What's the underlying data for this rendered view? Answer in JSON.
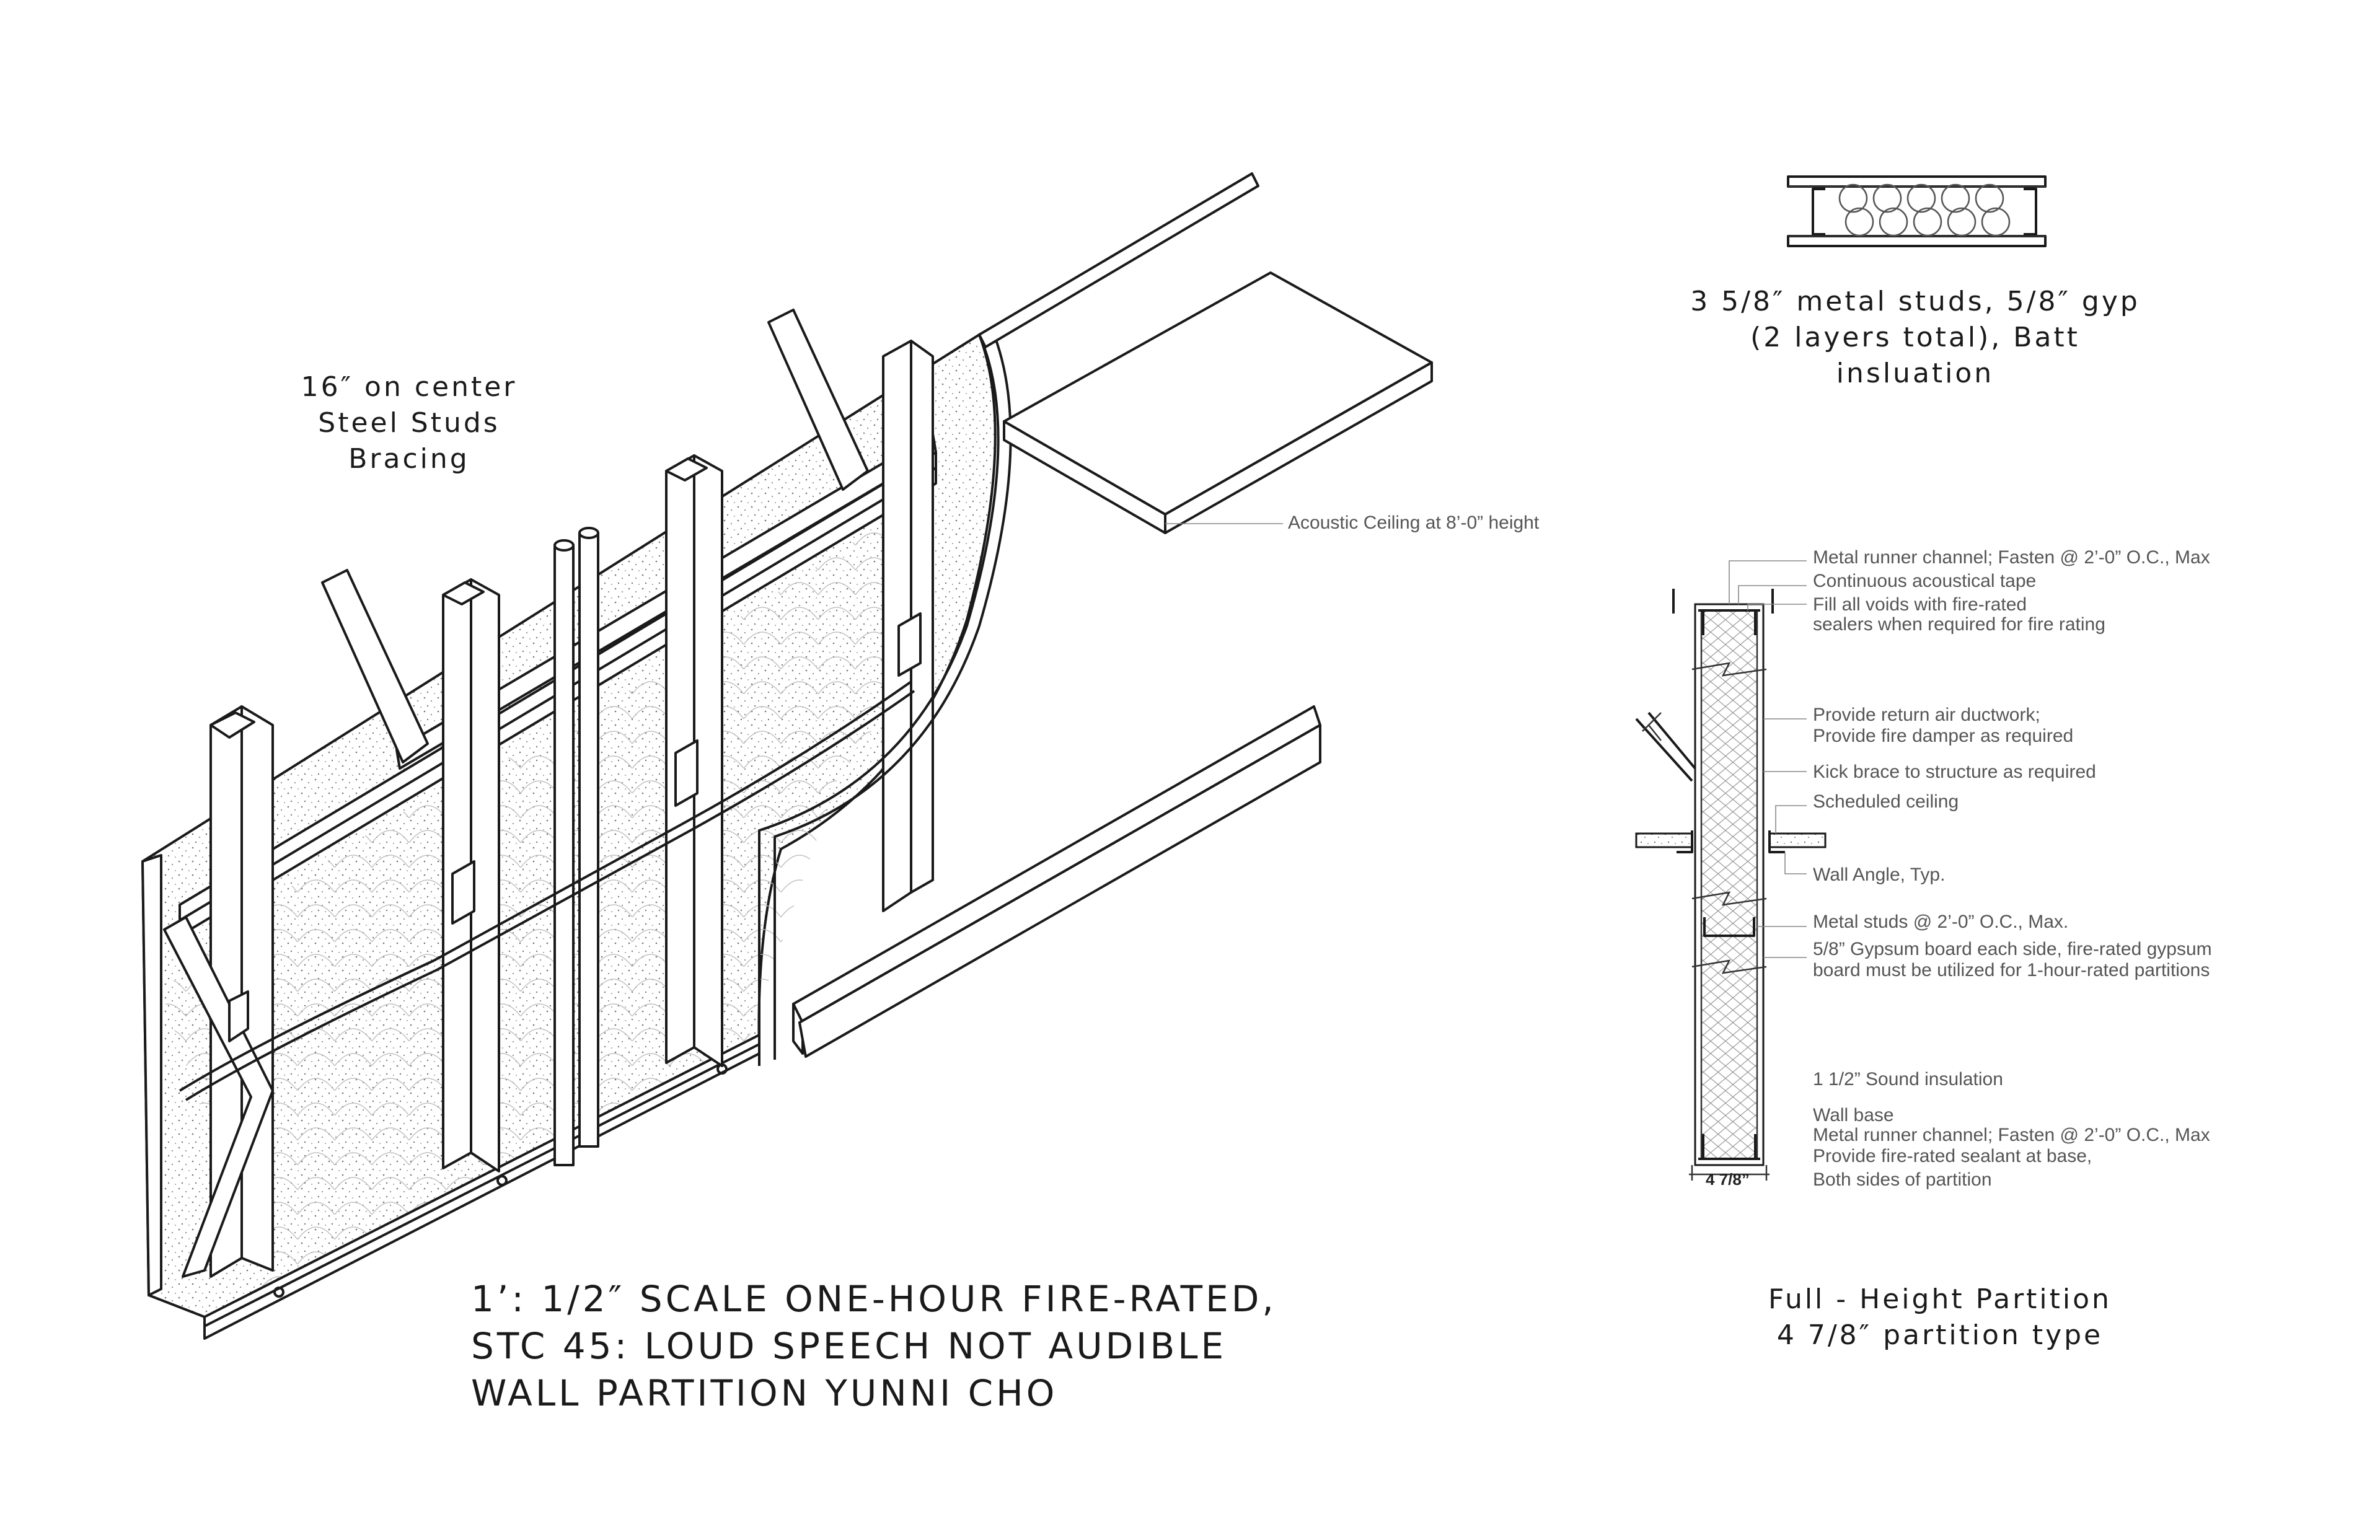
{
  "bracing_label": {
    "line1": "16″ on center",
    "line2": "Steel Studs Bracing"
  },
  "plan_label": {
    "line1": "3 5/8″ metal studs, 5/8″ gyp",
    "line2": "(2 layers total), Batt insluation"
  },
  "ceiling_label": "Acoustic Ceiling at 8’-0” height",
  "section_callouts": [
    {
      "text": "Metal runner channel; Fasten @ 2’-0” O.C., Max"
    },
    {
      "text": "Continuous acoustical tape"
    },
    {
      "text": "Fill all voids with fire-rated"
    },
    {
      "text": "sealers when required for fire rating"
    },
    {
      "text": "Provide return air ductwork;"
    },
    {
      "text": "Provide fire damper as required"
    },
    {
      "text": "Kick brace to structure as required"
    },
    {
      "text": "Scheduled ceiling"
    },
    {
      "text": "Wall Angle, Typ."
    },
    {
      "text": "Metal studs @ 2’-0” O.C., Max."
    },
    {
      "text": "5/8” Gypsum board each side, fire-rated gypsum"
    },
    {
      "text": "board must be utilized for 1-hour-rated partitions"
    },
    {
      "text": "1 1/2” Sound insulation"
    },
    {
      "text": "Wall base"
    },
    {
      "text": "Metal runner channel; Fasten @ 2’-0” O.C., Max"
    },
    {
      "text": "Provide fire-rated sealant at base,"
    },
    {
      "text": "Both sides of partition"
    }
  ],
  "section_dimension": "4 7/8”",
  "section_title": {
    "line1": "Full - Height Partition",
    "line2": "4 7/8″ partition type"
  },
  "main_title": {
    "line1": "1’: 1/2″ SCALE ONE-HOUR FIRE-RATED,",
    "line2": "STC 45: LOUD SPEECH NOT AUDIBLE",
    "line3": "WALL PARTITION YUNNI CHO"
  }
}
